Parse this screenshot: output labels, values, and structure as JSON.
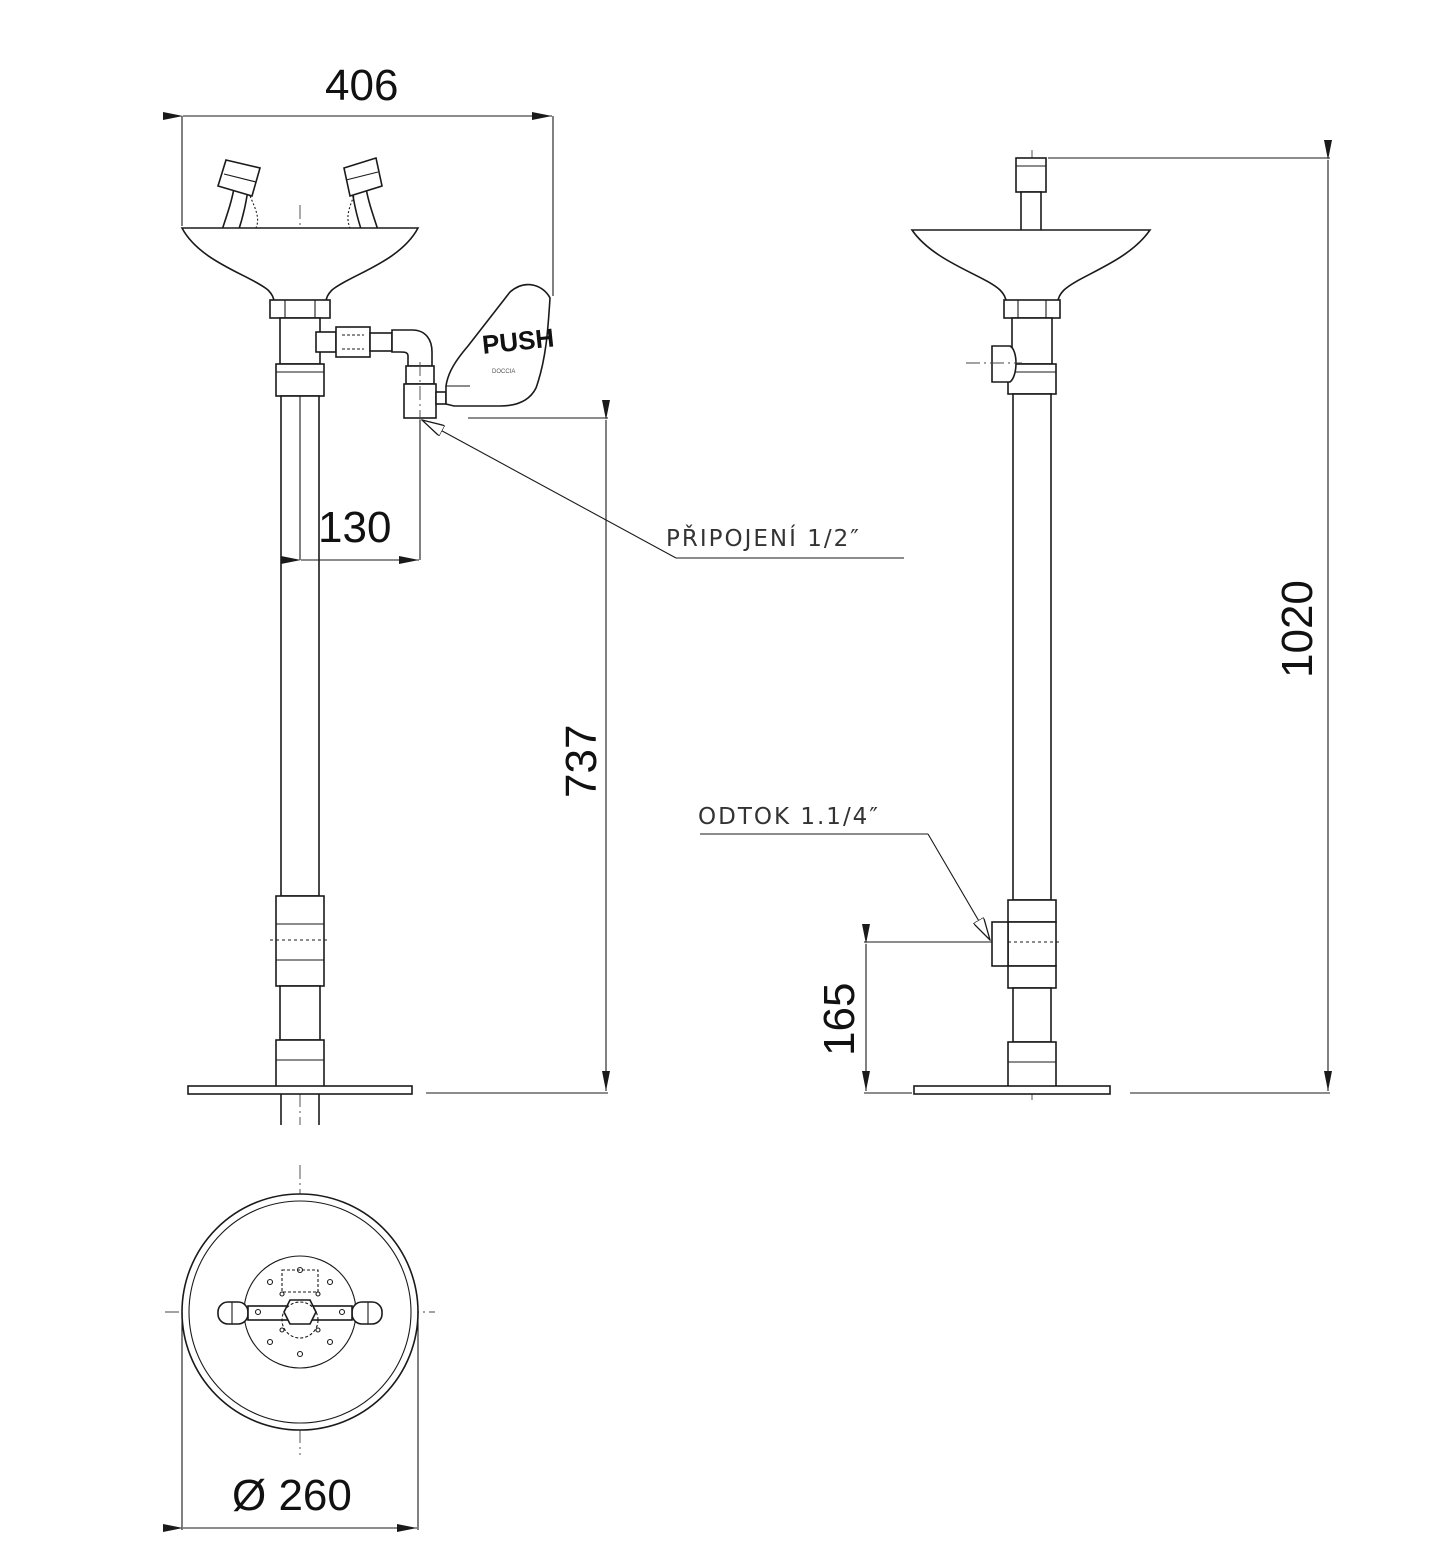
{
  "dimensions": {
    "bowl_width": "406",
    "inlet_offset": "130",
    "inlet_height": "737",
    "total_height": "1020",
    "drain_height": "165",
    "base_diameter": "Ø 260"
  },
  "notes": {
    "connection": "PŘIPOJENÍ 1/2″",
    "drain": "ODTOK 1.1/4″"
  },
  "labels": {
    "push_button": "PUSH",
    "brand_mark": "DOCCIA"
  },
  "colors": {
    "line": "#1a1a1a",
    "background": "#ffffff"
  }
}
